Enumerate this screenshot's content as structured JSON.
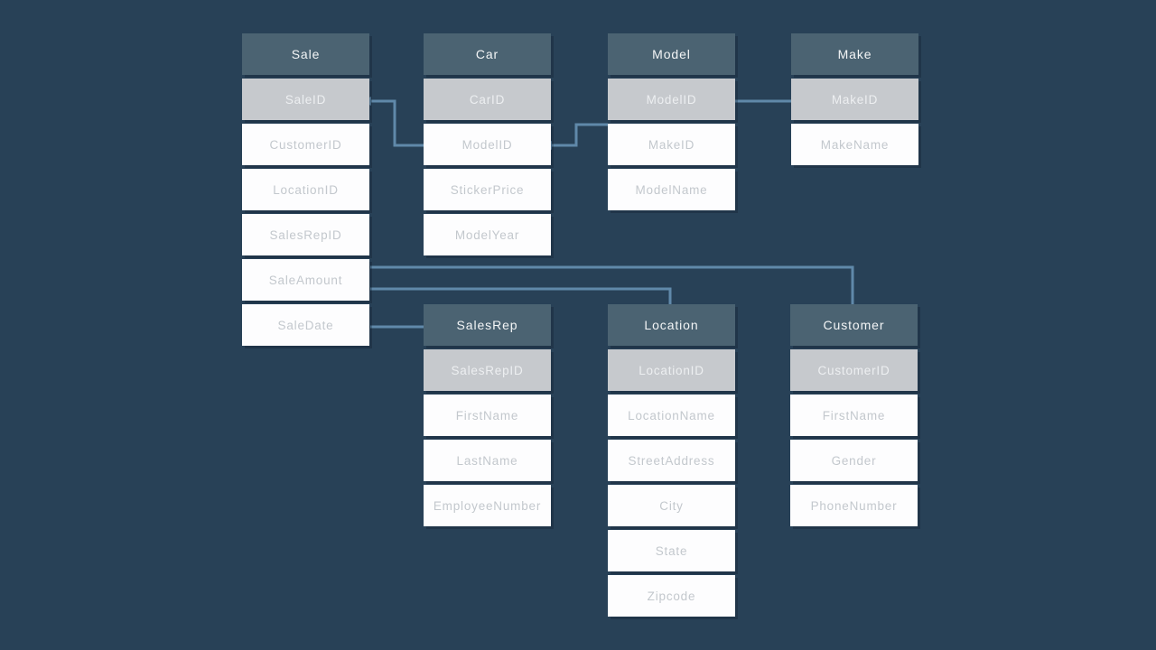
{
  "diagram": {
    "type": "entity-relationship-schema",
    "colors": {
      "background": "#284157",
      "table_header_fill": "#4b6372",
      "table_header_text": "#f3f5f6",
      "primary_key_fill": "#c6c9cd",
      "primary_key_text": "#edeff1",
      "field_fill": "#fdfdfe",
      "field_text": "#c3c8cd",
      "connector_line": "#6089aa"
    },
    "tables": [
      {
        "id": "sale",
        "name": "Sale",
        "pk": "SaleID",
        "fields": [
          "CustomerID",
          "LocationID",
          "SalesRepID",
          "SaleAmount",
          "SaleDate"
        ]
      },
      {
        "id": "car",
        "name": "Car",
        "pk": "CarID",
        "fields": [
          "ModelID",
          "StickerPrice",
          "ModelYear"
        ]
      },
      {
        "id": "model",
        "name": "Model",
        "pk": "ModelID",
        "fields": [
          "MakeID",
          "ModelName"
        ]
      },
      {
        "id": "make",
        "name": "Make",
        "pk": "MakeID",
        "fields": [
          "MakeName"
        ]
      },
      {
        "id": "salesrep",
        "name": "SalesRep",
        "pk": "SalesRepID",
        "fields": [
          "FirstName",
          "LastName",
          "EmployeeNumber"
        ]
      },
      {
        "id": "location",
        "name": "Location",
        "pk": "LocationID",
        "fields": [
          "LocationName",
          "StreetAddress",
          "City",
          "State",
          "Zipcode"
        ]
      },
      {
        "id": "customer",
        "name": "Customer",
        "pk": "CustomerID",
        "fields": [
          "FirstName",
          "Gender",
          "PhoneNumber"
        ]
      }
    ],
    "relationships": [
      {
        "from": "Sale.SaleID",
        "to": "Car.ModelID"
      },
      {
        "from": "Car.ModelID",
        "to": "Model.ModelID"
      },
      {
        "from": "Model.ModelID",
        "to": "Make.MakeID"
      },
      {
        "from": "Sale.SaleAmount",
        "to": "Customer"
      },
      {
        "from": "Sale.SaleAmount",
        "to": "Location"
      },
      {
        "from": "Sale.SaleDate",
        "to": "SalesRep"
      }
    ]
  }
}
